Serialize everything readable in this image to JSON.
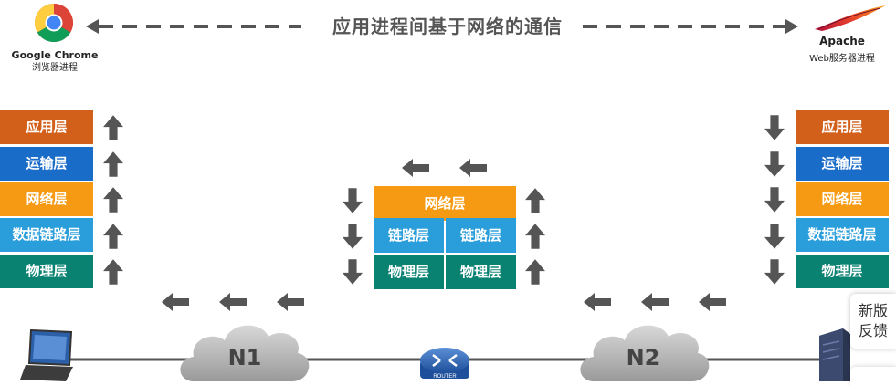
{
  "title": "应用进程间基于网络的通信",
  "client": {
    "name": "Google Chrome",
    "sub": "浏览器进程"
  },
  "server": {
    "name": "Apache",
    "sub": "Web服务器进程"
  },
  "host_layers": [
    "应用层",
    "运输层",
    "网络层",
    "数据链路层",
    "物理层"
  ],
  "router_layers": {
    "network": "网络层",
    "link": "链路层",
    "phys": "物理层"
  },
  "clouds": {
    "n1": "N1",
    "n2": "N2"
  },
  "router_icon_label": "ROUTER",
  "feedback": {
    "line1": "新版",
    "line2": "反馈"
  },
  "colors": {
    "app": "#d2601a",
    "transport": "#1a6cc9",
    "network": "#f59a12",
    "link": "#2a9ddb",
    "physical": "#0a8272",
    "arrow": "#555555"
  }
}
